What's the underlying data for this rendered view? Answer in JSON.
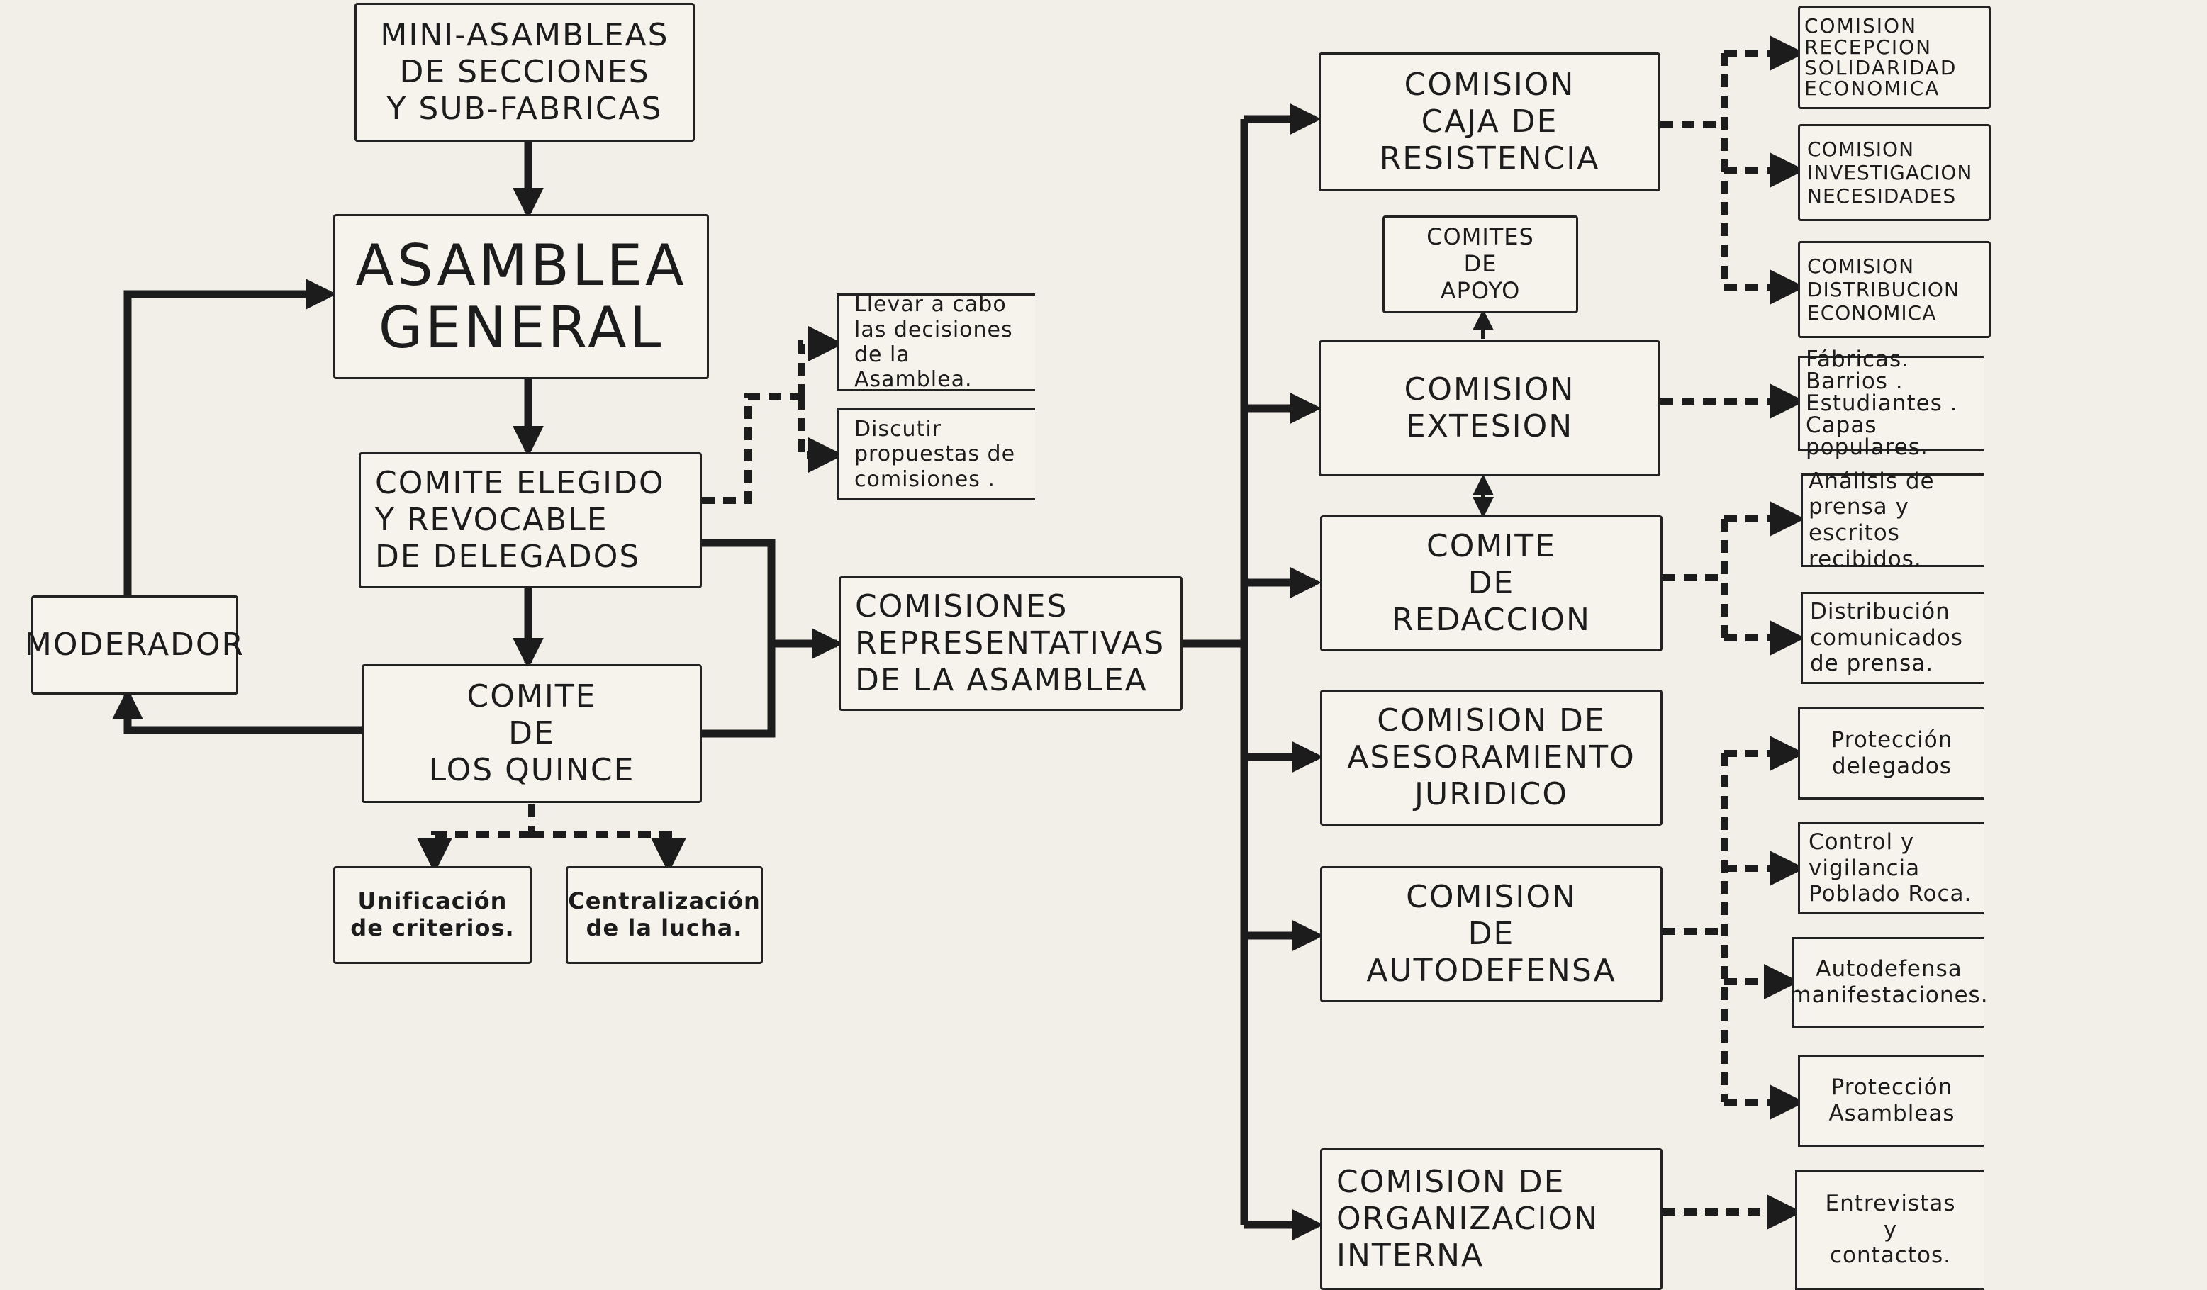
{
  "nodes": {
    "mini_asambleas": "MINI-ASAMBLEAS\nDE SECCIONES\nY SUB-FABRICAS",
    "asamblea_general": "ASAMBLEA\nGENERAL",
    "comite_elegido": "COMITE ELEGIDO\nY REVOCABLE\nDE DELEGADOS",
    "moderador": "MODERADOR",
    "comite_quince": "COMITE\nDE\nLOS QUINCE",
    "unificacion": "Unificación\nde criterios.",
    "centralizacion": "Centralización\nde la lucha.",
    "llevar_a_cabo": "Llevar a cabo\nlas decisiones\nde la Asamblea.",
    "discutir": "Discutir\npropuestas de\ncomisiones .",
    "comisiones_representativas": "COMISIONES\nREPRESENTATIVAS\nDE LA ASAMBLEA",
    "caja_resistencia": "COMISION\nCAJA DE\nRESISTENCIA",
    "comites_apoyo": "COMITES\nDE\nAPOYO",
    "comision_extension": "COMISION EXTESION",
    "comite_redaccion": "COMITE\nDE\nREDACCION",
    "asesoramiento_juridico": "COMISION DE\nASESORAMIENTO\nJURIDICO",
    "autodefensa": "COMISION\nDE\nAUTODEFENSA",
    "organizacion_interna": "COMISION DE\nORGANIZACION\nINTERNA",
    "recepcion": "COMISION\nRECEPCION\nSOLIDARIDAD\nECONOMICA",
    "investigacion": "COMISION\nINVESTIGACION\nNECESIDADES",
    "distribucion_economica": "COMISION\nDISTRIBUCION\nECONOMICA",
    "fabricas": "Fábricas.\nBarrios .\nEstudiantes .\nCapas populares.",
    "analisis_prensa": "Análisis de\nprensa y\nescritos recibidos.",
    "distribucion_comunicados": "Distribución\ncomunicados\nde prensa.",
    "proteccion_delegados": "Protección\ndelegados",
    "control_vigilancia": "Control y\nvigilancia\nPoblado Roca.",
    "autodefensa_manifestaciones": "Autodefensa\nmanifestaciones.",
    "proteccion_asambleas": "Protección\nAsambleas",
    "entrevistas": "Entrevistas\ny\ncontactos."
  },
  "colors": {
    "ink": "#222222",
    "paper": "#f2efe8"
  }
}
